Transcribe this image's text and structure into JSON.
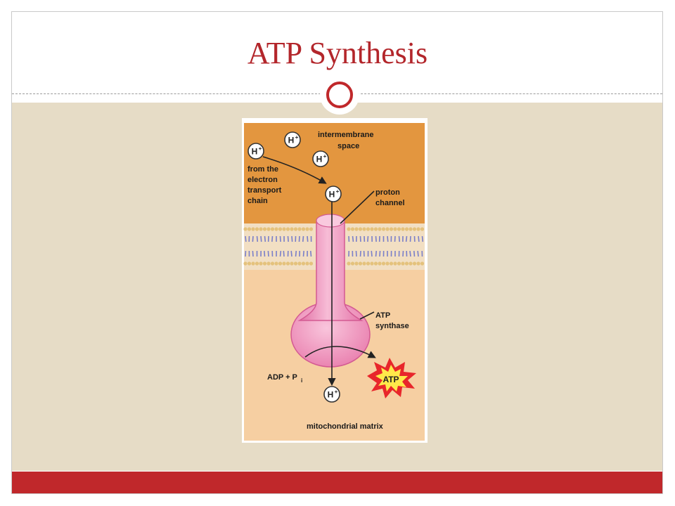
{
  "slide": {
    "title": "ATP Synthesis",
    "colors": {
      "accent": "#c0282b",
      "title": "#b3262b",
      "content_bg": "#e6dcc6"
    }
  },
  "diagram": {
    "labels": {
      "intermembrane_line1": "intermembrane",
      "intermembrane_line2": "space",
      "from_line1": "from the",
      "from_line2": "electron",
      "from_line3": "transport",
      "from_line4": "chain",
      "proton_line1": "proton",
      "proton_line2": "channel",
      "synthase_line1": "ATP",
      "synthase_line2": "synthase",
      "adp": "ADP + P",
      "adp_sub": "i",
      "atp": "ATP",
      "matrix": "mitochondrial matrix"
    },
    "ion": {
      "symbol": "H",
      "charge": "+"
    },
    "colors": {
      "space": "#e3963f",
      "matrix": "#f6cfa2",
      "synthase": "#ee86b4",
      "membrane": "#7a7fc9",
      "heads": "#e4c27c",
      "burst": "#e8262b",
      "burst_inner": "#ffe94a"
    }
  }
}
